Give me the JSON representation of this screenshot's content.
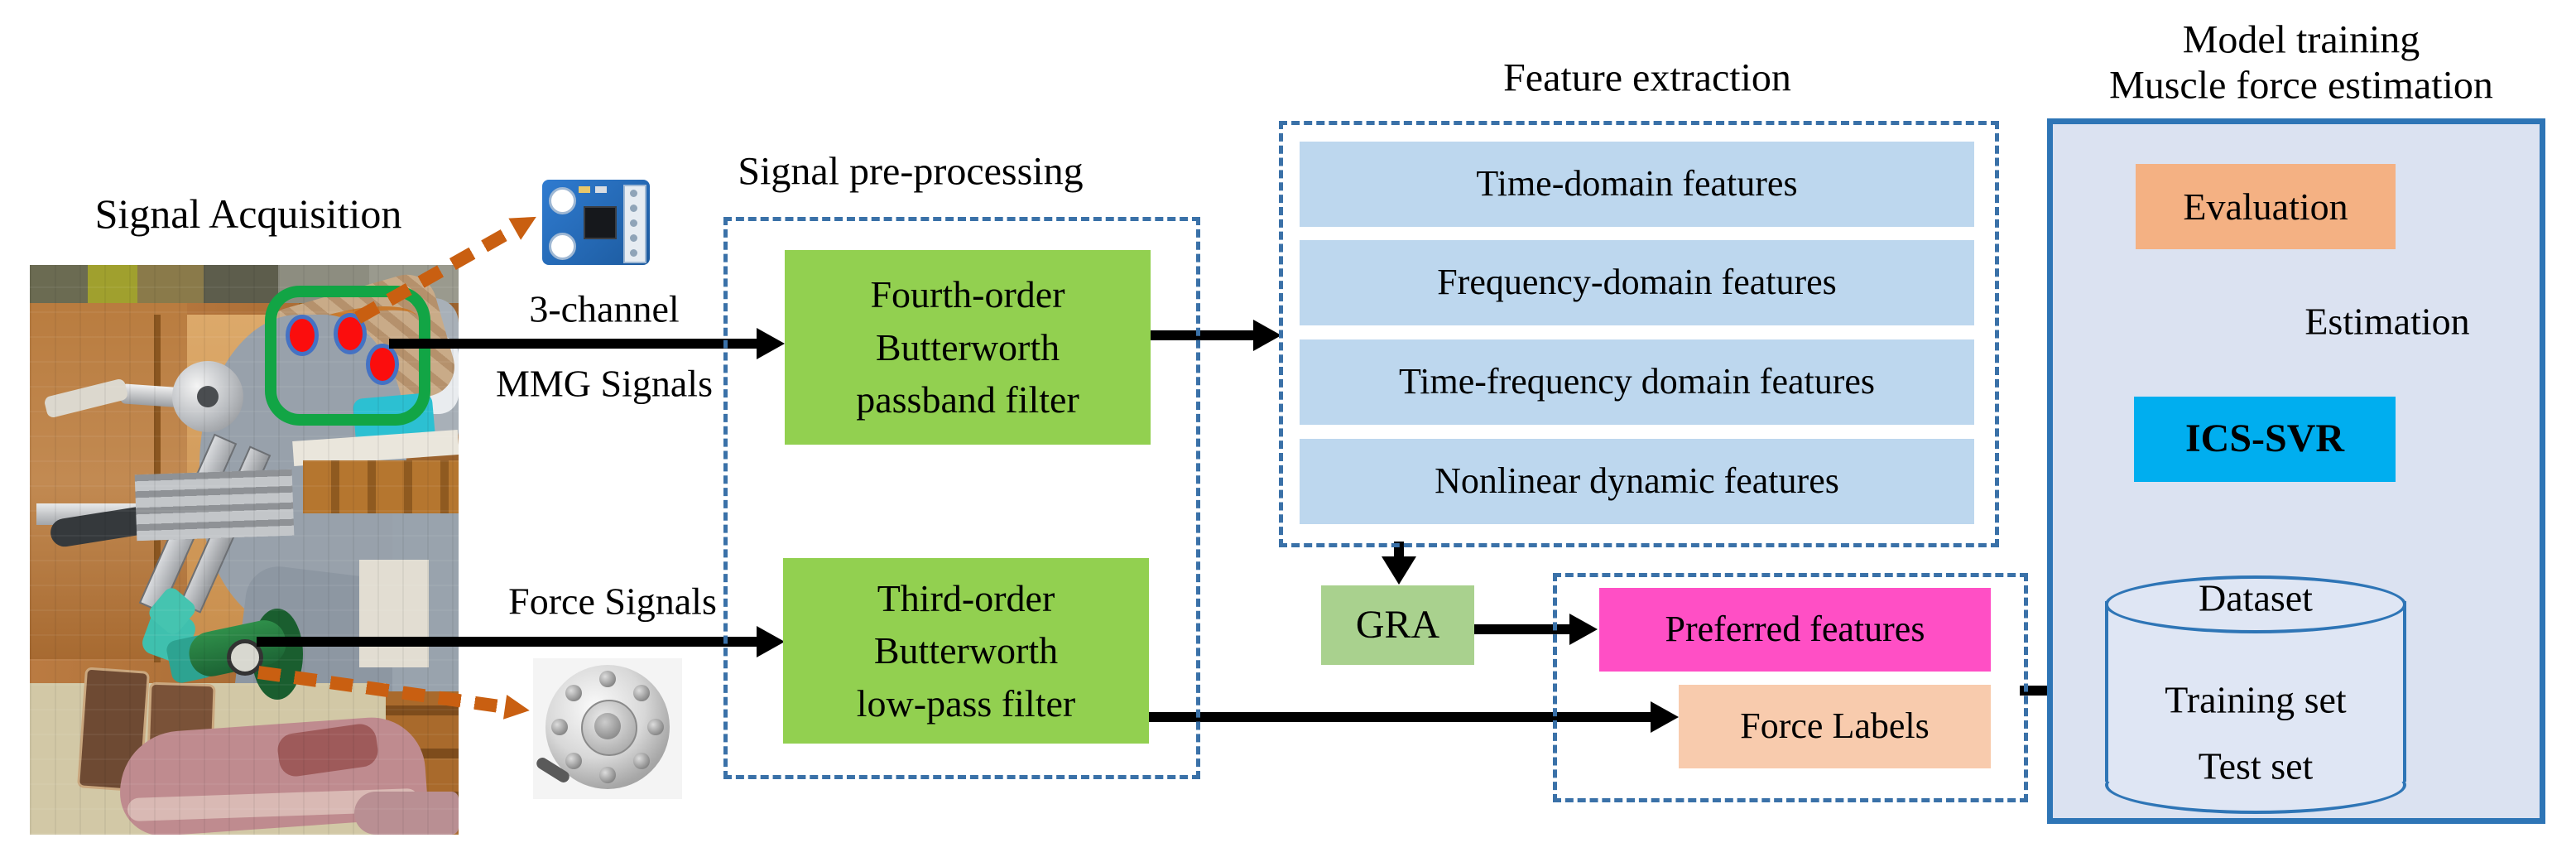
{
  "figure": {
    "acquisition": {
      "title": "Signal Acquisition",
      "mmg_arrow_label_line1": "3-channel",
      "mmg_arrow_label_line2": "MMG Signals",
      "force_arrow_label": "Force Signals"
    },
    "preprocessing": {
      "title": "Signal pre-processing",
      "bandpass_filter": [
        "Fourth-order",
        "Butterworth",
        "passband filter"
      ],
      "lowpass_filter": [
        "Third-order",
        "Butterworth",
        "low-pass filter"
      ]
    },
    "feature_extraction": {
      "title": "Feature extraction",
      "feature_types": [
        "Time-domain features",
        "Frequency-domain features",
        "Time-frequency domain features",
        "Nonlinear dynamic features"
      ]
    },
    "feature_selection": {
      "gra_label": "GRA",
      "preferred_features_label": "Preferred features",
      "force_labels_label": "Force Labels"
    },
    "model": {
      "title_line1": "Model training",
      "title_line2": "Muscle force estimation",
      "evaluation_label": "Evaluation",
      "estimation_label": "Estimation",
      "model_label": "ICS-SVR",
      "dataset_label": "Dataset",
      "training_set_label": "Training set",
      "test_set_label": "Test set"
    },
    "colors": {
      "filter_green": "#92d050",
      "gra_green": "#a9d18e",
      "feature_bar_blue": "#bdd7ee",
      "preferred_pink": "#ff4fc5",
      "force_labels_peach": "#f8cbad",
      "evaluation_orange": "#f4b183",
      "svr_cyan": "#00aeef",
      "panel_fill": "#dbe2f1",
      "panel_border": "#2e75b6",
      "dashed_border": "#3a71a8",
      "arrow_black": "#000000",
      "dashed_arrow_orange": "#c95f11",
      "highlight_green": "#12a545",
      "sensor_dot_red": "#fb0d0d"
    }
  }
}
